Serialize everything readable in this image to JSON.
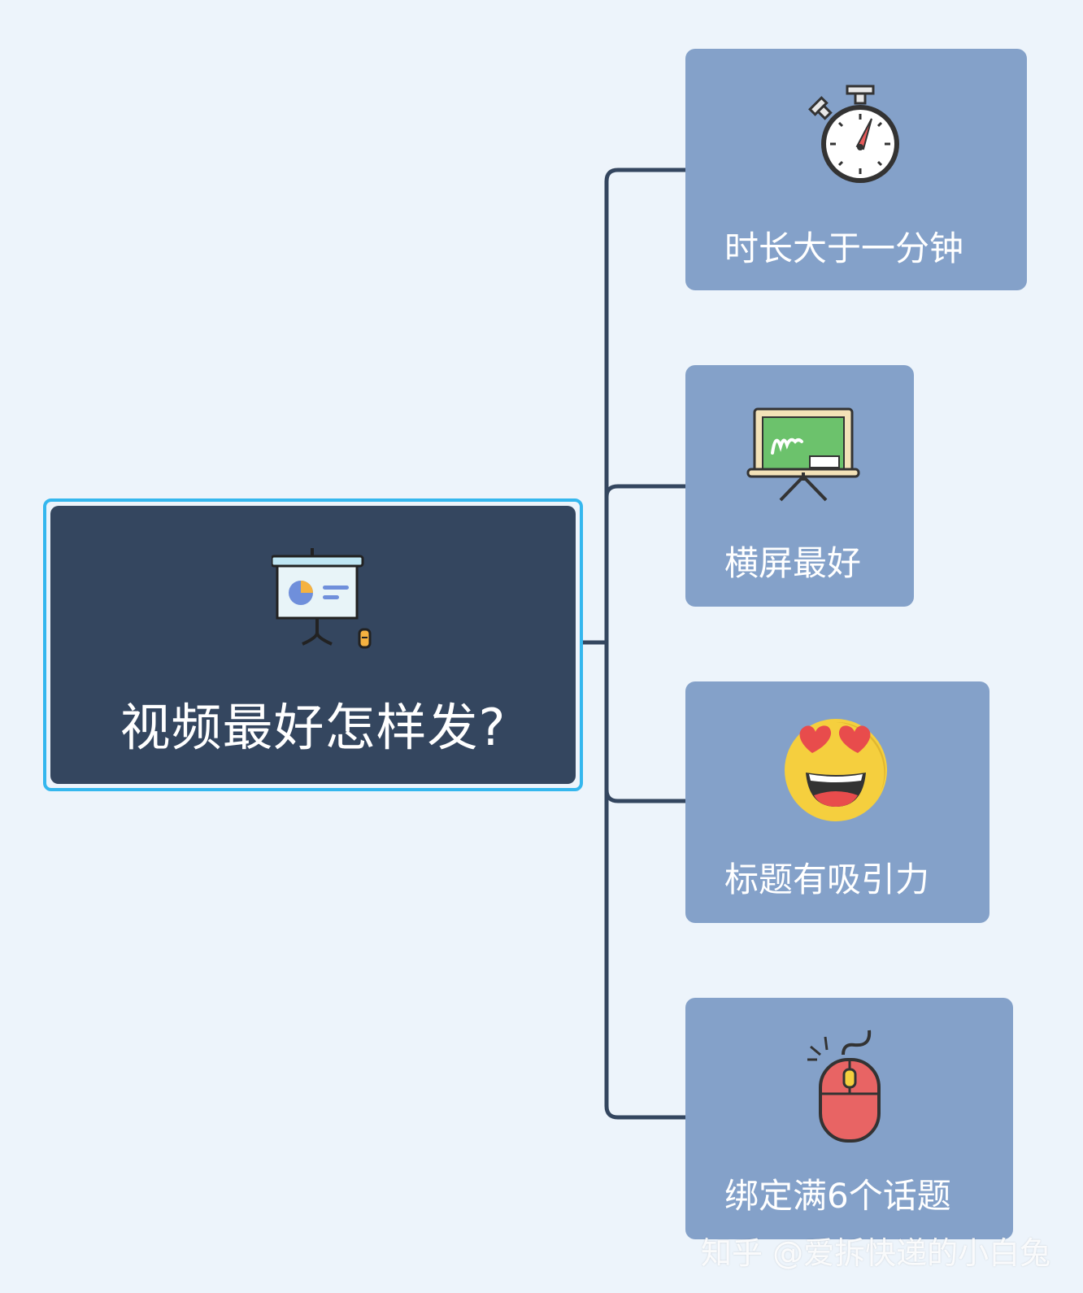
{
  "root": {
    "title": "视频最好怎样发?",
    "icon": "presentation-board-icon"
  },
  "children": [
    {
      "label": "时长大于一分钟",
      "icon": "stopwatch-icon"
    },
    {
      "label": "横屏最好",
      "icon": "chalkboard-icon"
    },
    {
      "label": "标题有吸引力",
      "icon": "heart-eyes-emoji-icon"
    },
    {
      "label": "绑定满6个话题",
      "icon": "mouse-click-icon"
    }
  ],
  "watermark": "知乎 @爱拆快递的小白兔",
  "colors": {
    "background": "#edf4fb",
    "root_fill": "#34465f",
    "root_border": "#35b7ee",
    "child_fill": "#84a1c9",
    "connector": "#34465f"
  }
}
